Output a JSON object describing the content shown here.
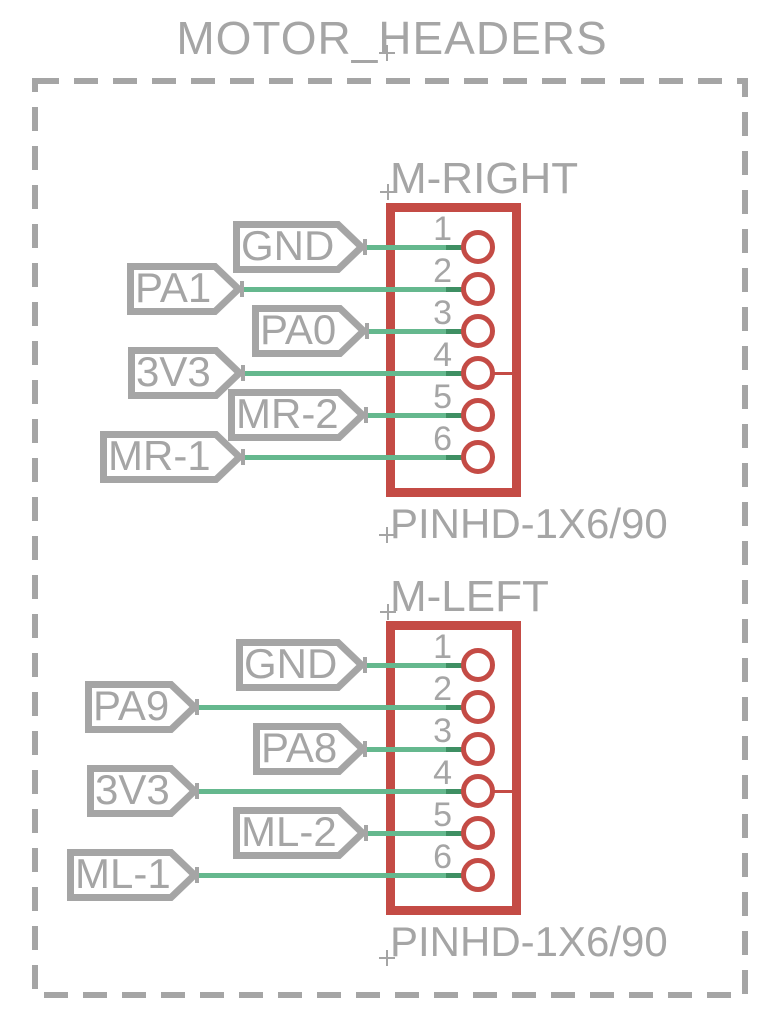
{
  "title": "MOTOR_HEADERS",
  "colors": {
    "outline_gray": "#a5a5a5",
    "component_red": "#c44b45",
    "net_green": "#65b88e",
    "junction_green": "#3e8f63",
    "background": "#ffffff"
  },
  "connectors": [
    {
      "ref": "M-RIGHT",
      "part": "PINHD-1X6/90",
      "pins": [
        {
          "number": "1",
          "net": "GND"
        },
        {
          "number": "2",
          "net": "PA1"
        },
        {
          "number": "3",
          "net": "PA0"
        },
        {
          "number": "4",
          "net": "3V3"
        },
        {
          "number": "5",
          "net": "MR-2"
        },
        {
          "number": "6",
          "net": "MR-1"
        }
      ]
    },
    {
      "ref": "M-LEFT",
      "part": "PINHD-1X6/90",
      "pins": [
        {
          "number": "1",
          "net": "GND"
        },
        {
          "number": "2",
          "net": "PA9"
        },
        {
          "number": "3",
          "net": "PA8"
        },
        {
          "number": "4",
          "net": "3V3"
        },
        {
          "number": "5",
          "net": "ML-2"
        },
        {
          "number": "6",
          "net": "ML-1"
        }
      ]
    }
  ]
}
